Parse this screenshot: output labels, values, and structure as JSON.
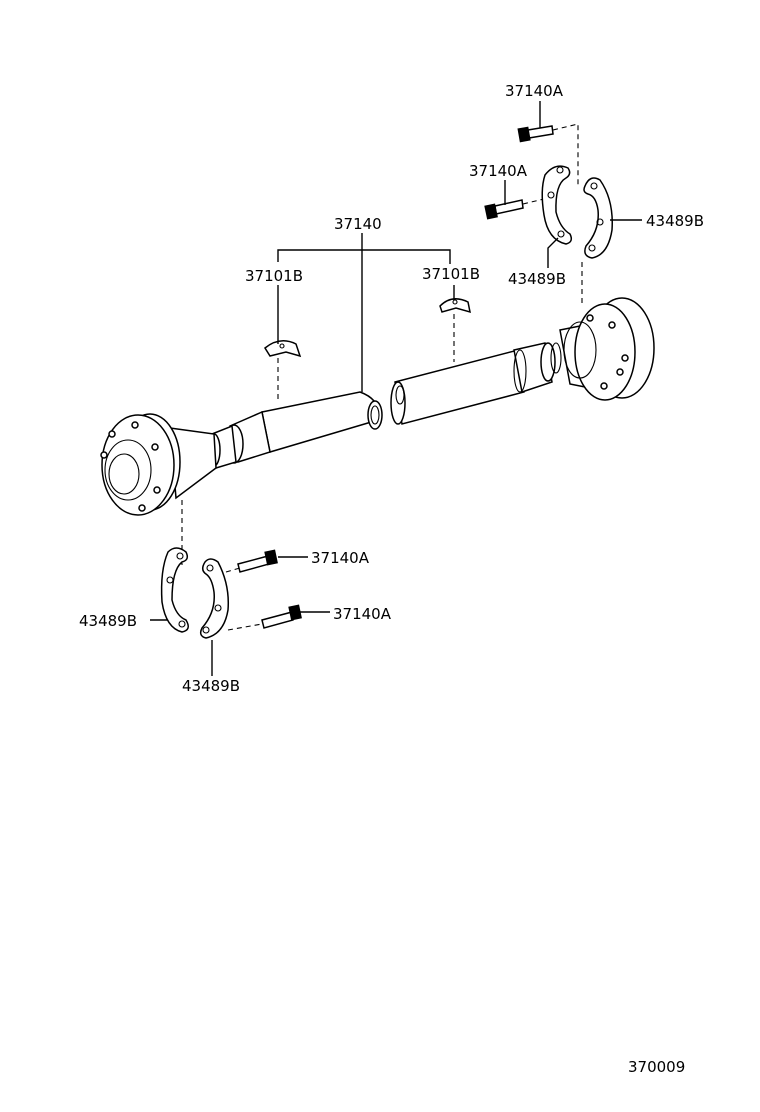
{
  "labels": {
    "bolt_top": "37140A",
    "bolt_upper": "37140A",
    "bolt_lower_1": "37140A",
    "bolt_lower_2": "37140A",
    "shaft_assembly": "37140",
    "clamp_left": "37101B",
    "clamp_right": "37101B",
    "washer_right_outer": "43489B",
    "washer_right_inner": "43489B",
    "washer_left_outer": "43489B",
    "washer_left_inner": "43489B",
    "diagram_code": "370009"
  }
}
